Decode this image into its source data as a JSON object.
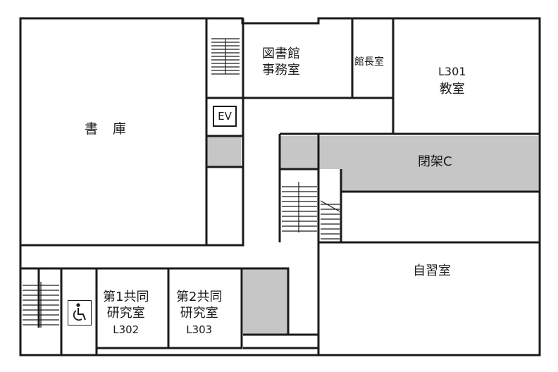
{
  "rooms": {
    "stacks": "書　庫",
    "library_office_line1": "図書館",
    "library_office_line2": "事務室",
    "director_room": "館長室",
    "classroom_code": "L301",
    "classroom_name": "教室",
    "closed_stacks": "閉架C",
    "study_room": "自習室",
    "research1_line1": "第1共同",
    "research1_line2": "研究室",
    "research1_code": "L302",
    "research2_line1": "第2共同",
    "research2_line2": "研究室",
    "research2_code": "L303"
  },
  "elevator_label": "EV",
  "icons": [
    "wheelchair-icon",
    "stairs-icon"
  ],
  "colors": {
    "wall": "#1a1a1a",
    "shaded": "#c6c6c6",
    "floor": "#ffffff"
  }
}
